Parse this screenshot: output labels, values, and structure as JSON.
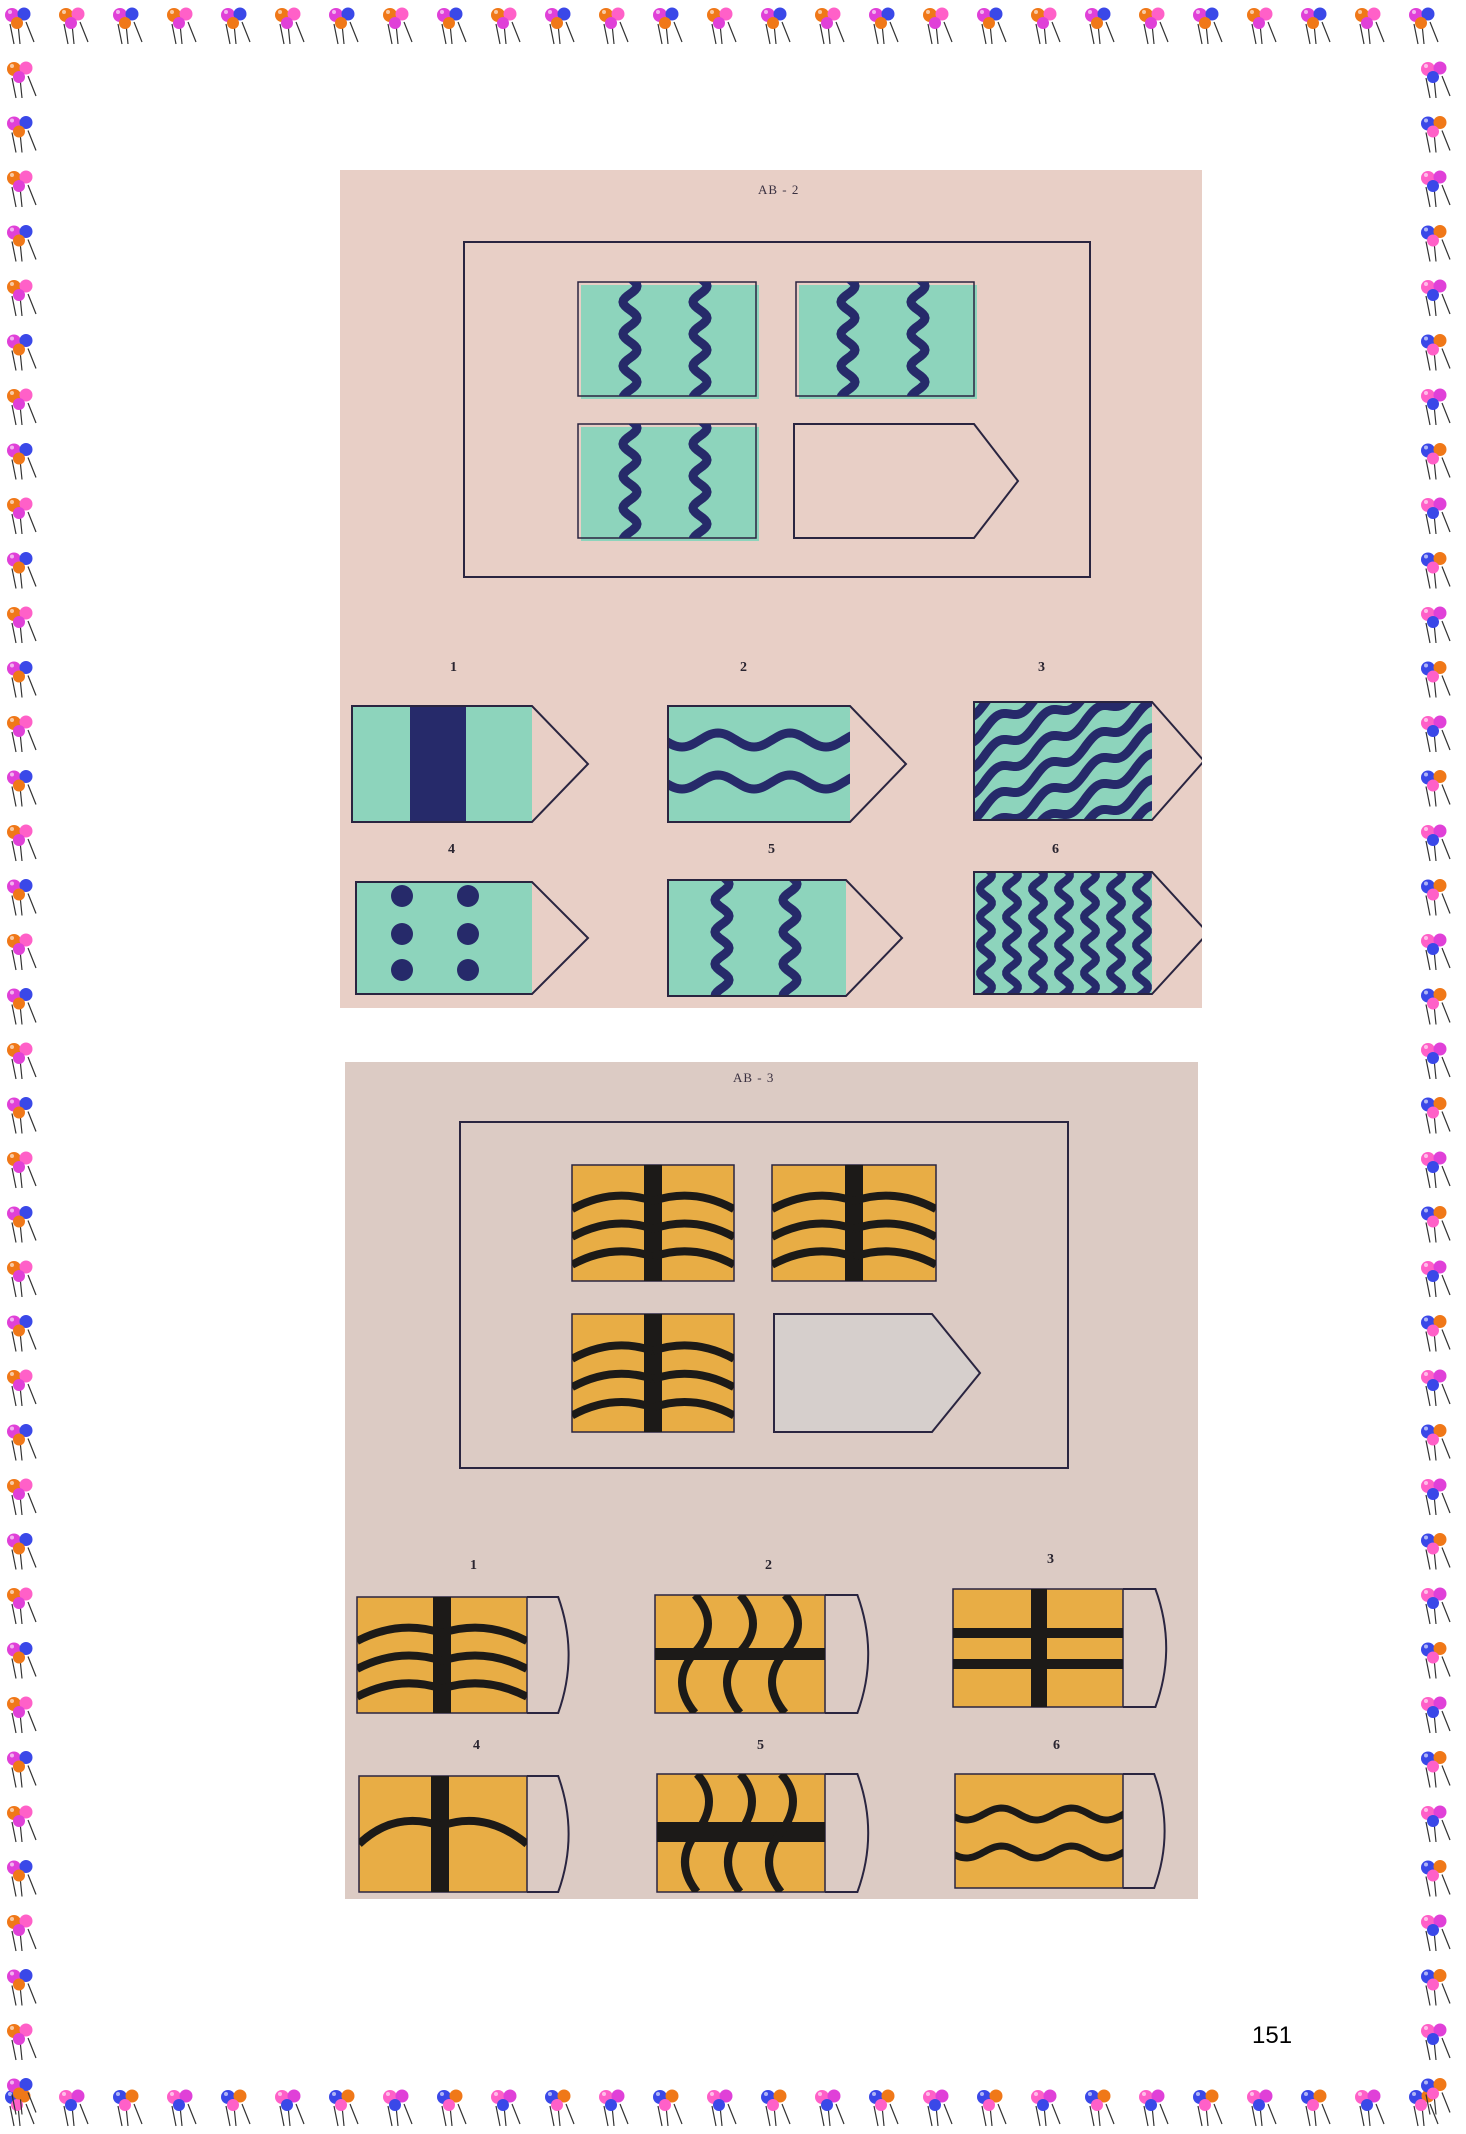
{
  "page": {
    "page_number": "151"
  },
  "border": {
    "icon": "balloon-icon",
    "colors": [
      "#e040d8",
      "#3a48e8",
      "#f07818",
      "#ff60c8"
    ]
  },
  "plates": [
    {
      "title": "AB - 2",
      "background": "#e8cfc6",
      "tile_color": "#8dd4bc",
      "ink_color": "#262a6a",
      "option_labels": [
        "1",
        "2",
        "3",
        "4",
        "5",
        "6"
      ]
    },
    {
      "title": "AB - 3",
      "background": "#dccbc4",
      "tile_color": "#e8ad45",
      "ink_color": "#1c1a18",
      "option_labels": [
        "1",
        "2",
        "3",
        "4",
        "5",
        "6"
      ]
    }
  ]
}
